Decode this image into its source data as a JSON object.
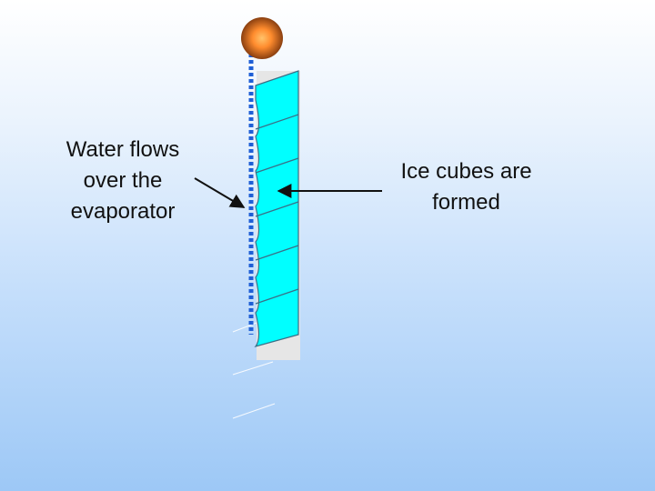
{
  "labels": {
    "water_flows": [
      "Water flows",
      "over the",
      "evaporator"
    ],
    "ice_cubes": [
      "Ice cubes are",
      "formed"
    ]
  },
  "colors": {
    "ice_fill": "#00ffff",
    "ice_stroke": "#3b6e86",
    "backing_panel": "#e6e6e6",
    "pipe_dots": "#1f5fd6",
    "ball_core": "#ff9a3c",
    "ball_edge": "#8a3f10",
    "arrow": "#111111",
    "background_top": "#ffffff",
    "background_bottom": "#9dc8f6"
  },
  "icons": {
    "water_distributor": "water-distributor-ball-icon",
    "ice_evaporator": "ice-evaporator-icon"
  }
}
